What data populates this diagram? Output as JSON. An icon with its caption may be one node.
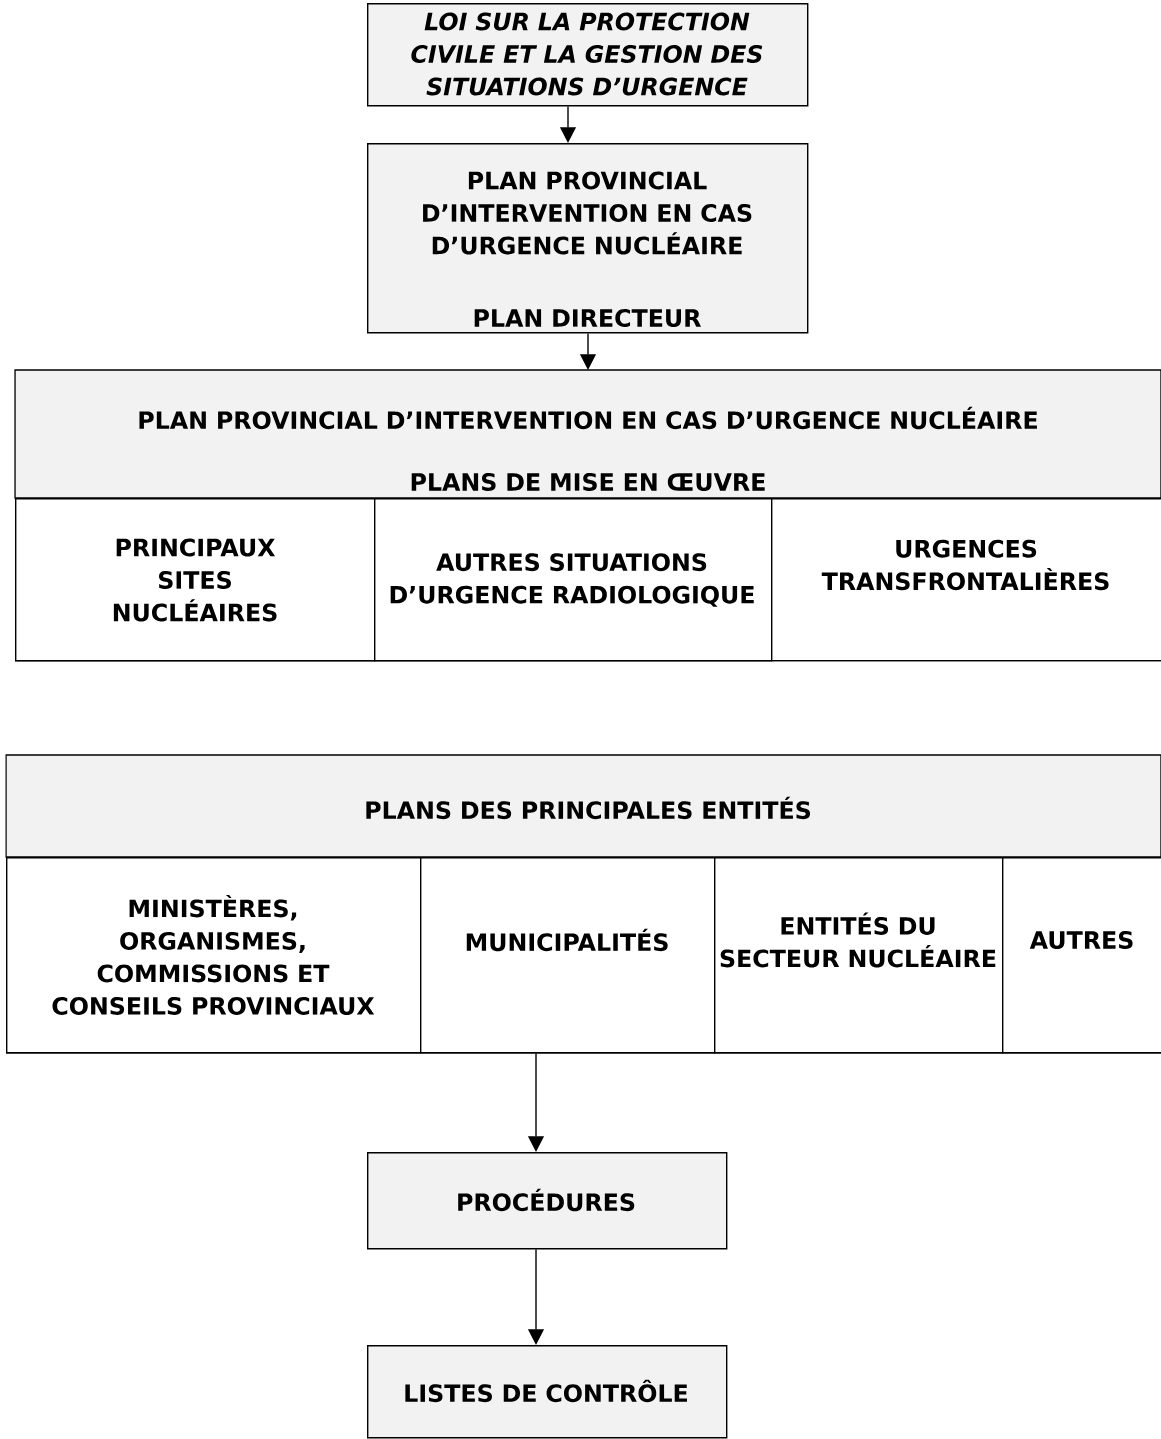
{
  "diagram": {
    "nodes": [
      {
        "text": [
          "LOI SUR LA PROTECTION CIVILE ET LA GESTION DES SITUATIONS D’URGENCE"
        ]
      },
      {
        "text": [
          "PLAN PROVINCIAL D’INTERVENTION EN CAS D’URGENCE NUCLÉAIRE",
          "PLAN DIRECTEUR"
        ]
      },
      {
        "text": [
          "PLAN PROVINCIAL D’INTERVENTION EN CAS D’URGENCE NUCLÉAIRE",
          "PLANS DE MISE EN ŒUVRE"
        ]
      },
      {
        "text": [
          "PRINCIPAUX SITES NUCLÉAIRES"
        ],
        "in": 2
      },
      {
        "text": [
          "AUTRES SITUATIONS D’URGENCE RADIOLOGIQUE"
        ],
        "in": 2
      },
      {
        "text": [
          "URGENCES TRANSFRONTALIÈRES"
        ],
        "in": 2
      },
      {
        "text": [
          "PLANS DES PRINCIPALES ENTITÉS"
        ]
      },
      {
        "text": [
          "MINISTÈRES, ORGANISMES, COMMISSIONS ET CONSEILS PROVINCIAUX"
        ],
        "in": 6
      },
      {
        "text": [
          "MUNICIPALITÉS"
        ],
        "in": 6
      },
      {
        "text": [
          "ENTITÉS DU SECTEUR NUCLÉAIRE"
        ],
        "in": 6
      },
      {
        "text": [
          "AUTRES"
        ],
        "in": 6
      },
      {
        "text": [
          "PROCÉDURES"
        ]
      },
      {
        "text": [
          "LISTES DE CONTRÔLE"
        ]
      }
    ],
    "edges": [
      {
        "from": 0,
        "to": 1,
        "arrow": "to"
      },
      {
        "from": 1,
        "to": 2,
        "arrow": "to"
      },
      {
        "from": 8,
        "to": 11,
        "arrow": "to"
      },
      {
        "from": 11,
        "to": 12,
        "arrow": "to"
      }
    ]
  }
}
